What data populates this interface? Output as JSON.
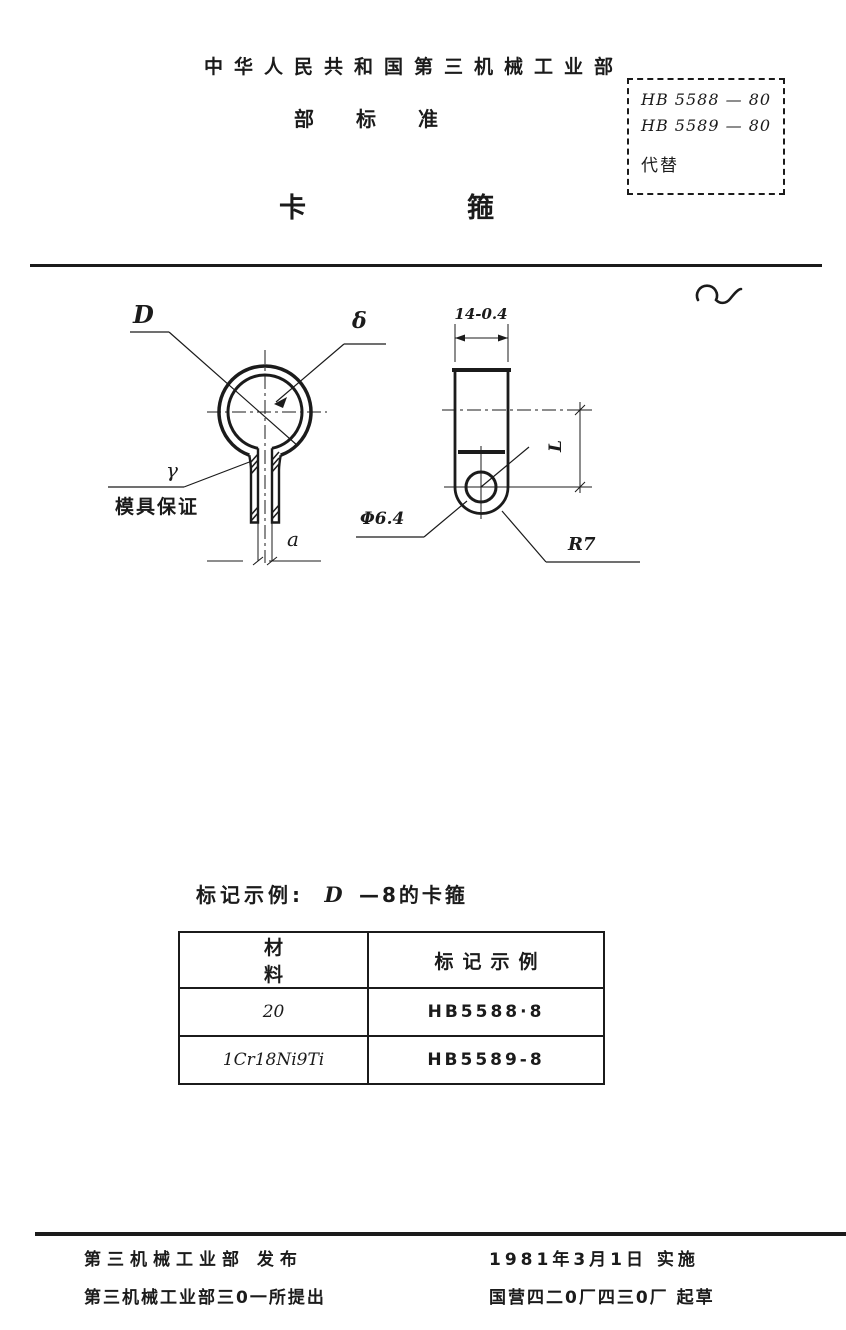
{
  "colors": {
    "ink": "#1b1b1b",
    "paper": "#ffffff"
  },
  "header": {
    "ministry": "中华人民共和国第三机械工业部",
    "doc_type": "部标准",
    "title_char_left": "卡",
    "title_char_right": "箍"
  },
  "standard_box": {
    "code1": "HB 5588 — 80",
    "code2": "HB 5589 — 80",
    "replaces_label": "代替"
  },
  "drawing": {
    "front_view": {
      "diameter_label": "D",
      "thickness_label": "δ",
      "radius_label": "γ",
      "radius_note": "模具保证",
      "gap_label": "a"
    },
    "side_view": {
      "width_dim": "14-0.4",
      "length_label": "L",
      "hole_dim": "Φ6.4",
      "corner_radius": "R7"
    }
  },
  "marking_example": {
    "label": "标记示例:",
    "variable": "D",
    "text": "—8的卡箍"
  },
  "table": {
    "col1_header": "材料",
    "col2_header": "标记示例",
    "rows": [
      {
        "material": "20",
        "marking": "HB5588·8"
      },
      {
        "material": "1Cr18Ni9Ti",
        "marking": "HB5589-8"
      }
    ]
  },
  "footer": {
    "issued_by": "第三机械工业部 发布",
    "proposed_by": "第三机械工业部三0一所提出",
    "implement_date": "1981年3月1日 实施",
    "drafted_by": "国营四二0厂四三0厂 起草"
  }
}
